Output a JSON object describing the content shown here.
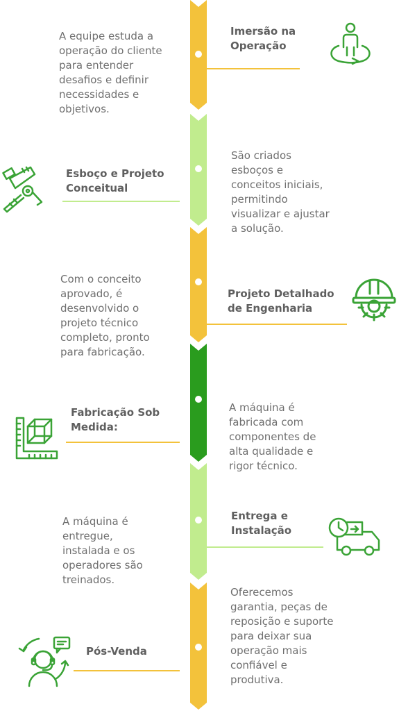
{
  "colors": {
    "yellow": "#f3c23b",
    "light_green": "#c1ec8e",
    "dark_green": "#2a9c1e",
    "icon_green": "#3aa336",
    "text": "#6f6f6f"
  },
  "steps": [
    {
      "title_line1": "Imersão na",
      "title_line2": "Operação",
      "description": "A equipe estuda a\noperação do cliente\npara entender\ndesafios e definir\nnecessidades e\nobjetivos.",
      "icon": "person-rotation-icon",
      "bar_color": "yellow"
    },
    {
      "title_line1": "Esboço e Projeto",
      "title_line2": "Conceitual",
      "description": "São criados\nesboços e\nconceitos iniciais,\npermitindo\nvisualizar e ajustar\na solução.",
      "icon": "drafting-tools-icon",
      "bar_color": "light_green"
    },
    {
      "title_line1": "Projeto Detalhado",
      "title_line2": "de Engenharia",
      "description": "Com o conceito\naprovado, é\ndesenvolvido o\nprojeto técnico\ncompleto, pronto\npara fabricação.",
      "icon": "hardhat-gear-icon",
      "bar_color": "yellow"
    },
    {
      "title_line1": "Fabricação Sob",
      "title_line2": "Medida:",
      "description": "A máquina é\nfabricada com\ncomponentes de\nalta qualidade e\nrigor técnico.",
      "icon": "cube-ruler-icon",
      "bar_color": "dark_green"
    },
    {
      "title_line1": "Entrega e",
      "title_line2": "Instalação",
      "description": "A máquina é\nentregue,\ninstalada e os\noperadores são\ntreinados.",
      "icon": "delivery-truck-clock-icon",
      "bar_color": "light_green"
    },
    {
      "title_line1": "Pós-Venda",
      "title_line2": "",
      "description": "Oferecemos\ngarantia, peças de\nreposição e suporte\npara deixar sua\noperação mais\nconfiável e\nprodutiva.",
      "icon": "support-agent-icon",
      "bar_color": "yellow"
    }
  ]
}
